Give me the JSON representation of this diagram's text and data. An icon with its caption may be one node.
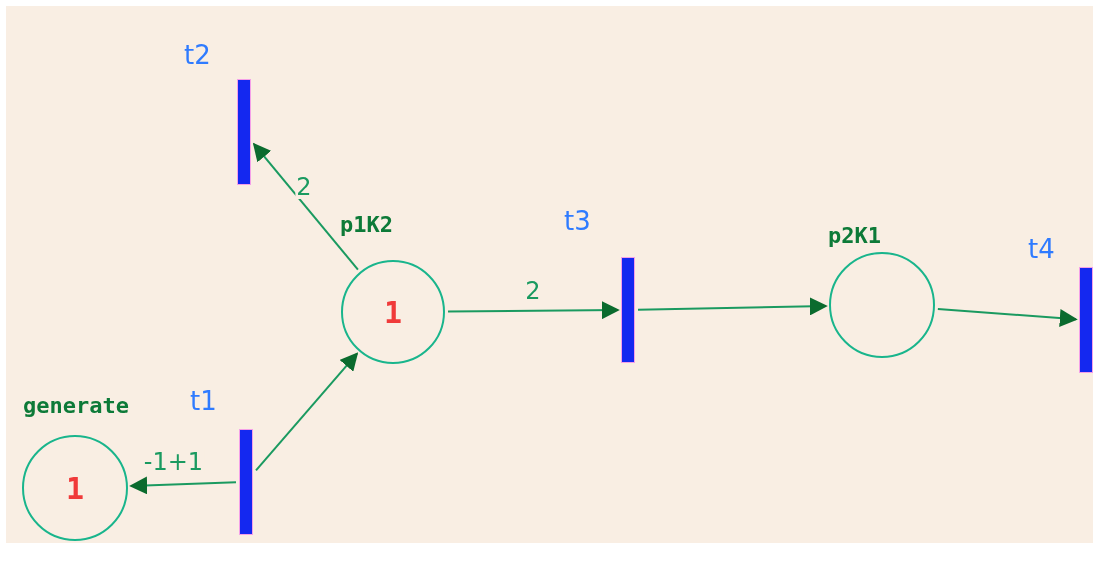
{
  "diagram": {
    "nodes": [
      {
        "text": [
          "t2"
        ]
      },
      {
        "text": [
          "p1K2",
          "1"
        ]
      },
      {
        "text": [
          "t3"
        ]
      },
      {
        "text": [
          "p2K1"
        ]
      },
      {
        "text": [
          "t4"
        ]
      },
      {
        "text": [
          "generate",
          "1"
        ]
      },
      {
        "text": [
          "t1"
        ]
      }
    ],
    "edges": [
      {
        "from": 6,
        "to": 1,
        "arrow": "to"
      },
      {
        "from": 6,
        "to": 5,
        "arrow": "to",
        "label": "-1+1"
      },
      {
        "from": 1,
        "to": 0,
        "arrow": "to",
        "label": "2"
      },
      {
        "from": 1,
        "to": 2,
        "arrow": "to",
        "label": "2"
      },
      {
        "from": 2,
        "to": 3,
        "arrow": "to"
      },
      {
        "from": 3,
        "to": 4,
        "arrow": "to"
      }
    ]
  }
}
